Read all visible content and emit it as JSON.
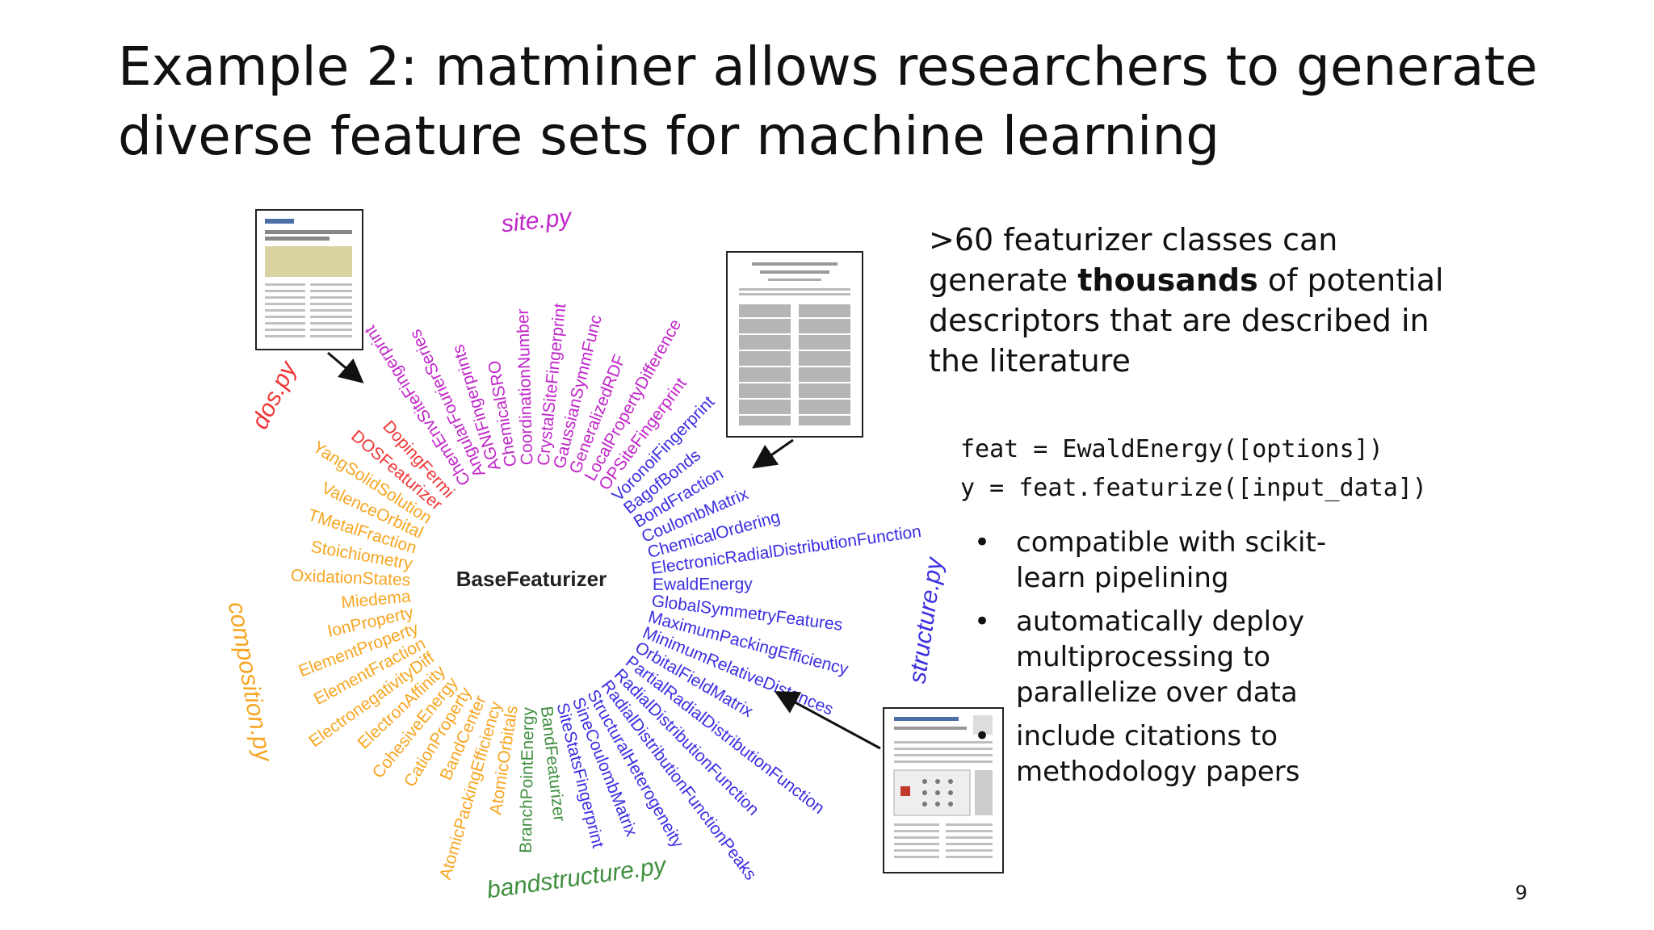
{
  "title": [
    "Example 2: matminer allows researchers to generate",
    "diverse feature sets for machine learning"
  ],
  "wheel": {
    "center_label": "BaseFeaturizer",
    "colors": {
      "site": "#c026c9",
      "dos": "#ef3535",
      "composition": "#f6a623",
      "bandstructure": "#3f8f3f",
      "structure": "#3b2fe0"
    },
    "module_labels": [
      {
        "key": "site",
        "text": "site.py"
      },
      {
        "key": "dos",
        "text": "dos.py"
      },
      {
        "key": "composition",
        "text": "composition.py"
      },
      {
        "key": "bandstructure",
        "text": "bandstructure.py"
      },
      {
        "key": "structure",
        "text": "structure.py"
      }
    ],
    "featurizers": [
      {
        "text": "ChemEnvSiteFingerprint",
        "group": "site"
      },
      {
        "text": "AngularFourierSeries",
        "group": "site"
      },
      {
        "text": "AGNIFingerprints",
        "group": "site"
      },
      {
        "text": "ChemicalSRO",
        "group": "site"
      },
      {
        "text": "CoordinationNumber",
        "group": "site"
      },
      {
        "text": "CrystalSiteFingerprint",
        "group": "site"
      },
      {
        "text": "GaussianSymmFunc",
        "group": "site"
      },
      {
        "text": "GeneralizedRDF",
        "group": "site"
      },
      {
        "text": "LocalPropertyDifference",
        "group": "site"
      },
      {
        "text": "OPSiteFingerprint",
        "group": "site"
      },
      {
        "text": "VoronoiFingerprint",
        "group": "structure"
      },
      {
        "text": "BagofBonds",
        "group": "structure"
      },
      {
        "text": "BondFraction",
        "group": "structure"
      },
      {
        "text": "CoulombMatrix",
        "group": "structure"
      },
      {
        "text": "ChemicalOrdering",
        "group": "structure"
      },
      {
        "text": "ElectronicRadialDistributionFunction",
        "group": "structure"
      },
      {
        "text": "EwaldEnergy",
        "group": "structure"
      },
      {
        "text": "GlobalSymmetryFeatures",
        "group": "structure"
      },
      {
        "text": "MaximumPackingEfficiency",
        "group": "structure"
      },
      {
        "text": "MinimumRelativeDistances",
        "group": "structure"
      },
      {
        "text": "OrbitalFieldMatrix",
        "group": "structure"
      },
      {
        "text": "PartialRadialDistributionFunction",
        "group": "structure"
      },
      {
        "text": "RadialDistributionFunction",
        "group": "structure"
      },
      {
        "text": "RadialDistributionFunctionPeaks",
        "group": "structure"
      },
      {
        "text": "StructuralHeterogeneity",
        "group": "structure"
      },
      {
        "text": "SineCoulombMatrix",
        "group": "structure"
      },
      {
        "text": "SiteStatsFingerprint",
        "group": "structure"
      },
      {
        "text": "BandFeaturizer",
        "group": "bandstructure"
      },
      {
        "text": "BranchPointEnergy",
        "group": "bandstructure"
      },
      {
        "text": "AtomicOrbitals",
        "group": "composition"
      },
      {
        "text": "AtomicPackingEfficiency",
        "group": "composition"
      },
      {
        "text": "BandCenter",
        "group": "composition"
      },
      {
        "text": "CationProperty",
        "group": "composition"
      },
      {
        "text": "CohesiveEnergy",
        "group": "composition"
      },
      {
        "text": "ElectronAffinity",
        "group": "composition"
      },
      {
        "text": "ElectronegativityDiff",
        "group": "composition"
      },
      {
        "text": "ElementFraction",
        "group": "composition"
      },
      {
        "text": "ElementProperty",
        "group": "composition"
      },
      {
        "text": "IonProperty",
        "group": "composition"
      },
      {
        "text": "Miedema",
        "group": "composition"
      },
      {
        "text": "OxidationStates",
        "group": "composition"
      },
      {
        "text": "Stoichiometry",
        "group": "composition"
      },
      {
        "text": "TMetalFraction",
        "group": "composition"
      },
      {
        "text": "ValenceOrbital",
        "group": "composition"
      },
      {
        "text": "YangSolidSolution",
        "group": "composition"
      },
      {
        "text": "DOSFeaturizer",
        "group": "dos"
      },
      {
        "text": "DopingFermi",
        "group": "dos"
      }
    ]
  },
  "description": {
    "lines": [
      ">60 featurizer classes can",
      "generate ",
      "descriptors that are described in",
      "the literature"
    ],
    "bold_word": "thousands",
    "after_bold": " of potential"
  },
  "code": [
    "feat = EwaldEnergy([options])",
    "y = feat.featurize([input_data])"
  ],
  "bullets": [
    {
      "marker": "•",
      "lines": [
        "compatible with scikit-",
        "learn pipelining"
      ]
    },
    {
      "marker": "•",
      "lines": [
        "automatically deploy",
        "multiprocessing to",
        "parallelize over data"
      ]
    },
    {
      "marker": "•",
      "lines": [
        "include citations to",
        "methodology papers"
      ]
    }
  ],
  "page_number": "9"
}
